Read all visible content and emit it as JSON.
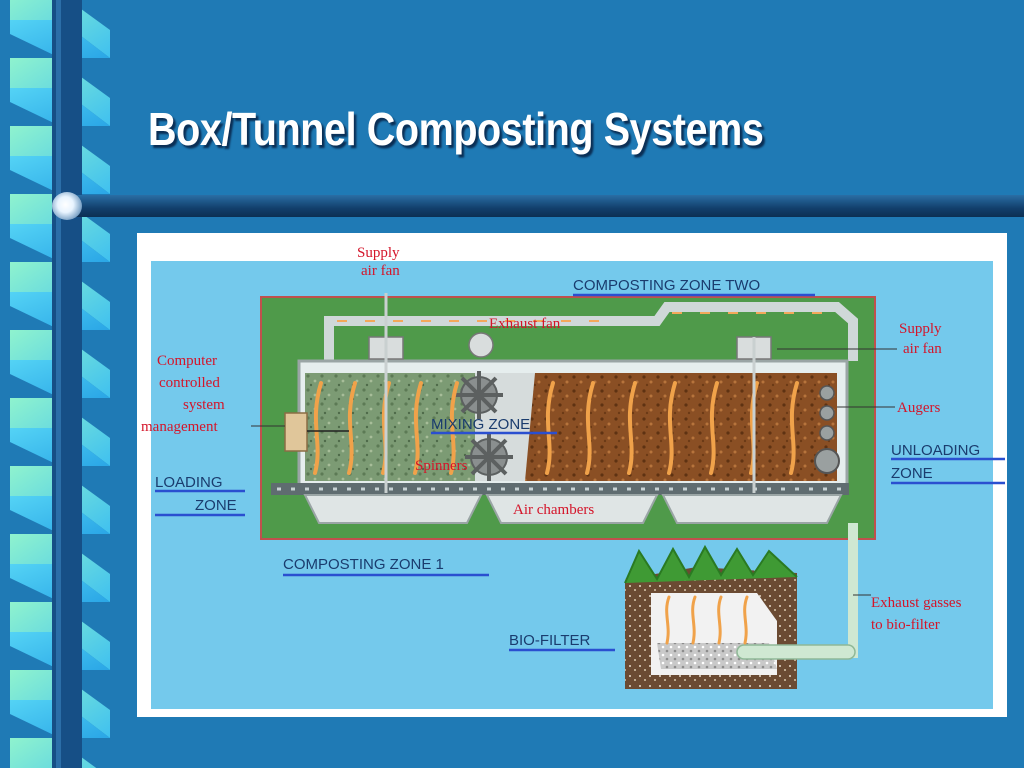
{
  "slide": {
    "title": "Box/Tunnel Composting Systems",
    "background_color": "#1f7ab5"
  },
  "diagram": {
    "zone_labels": {
      "composting_zone_two": "COMPOSTING ZONE TWO",
      "composting_zone_one": "COMPOSTING ZONE 1",
      "mixing_zone": "MIXING ZONE",
      "loading_zone_line1": "LOADING",
      "loading_zone_line2": "ZONE",
      "unloading_zone_line1": "UNLOADING",
      "unloading_zone_line2": "ZONE",
      "bio_filter": "BIO-FILTER"
    },
    "callouts": {
      "supply_fan_left_line1": "Supply",
      "supply_fan_left_line2": "air fan",
      "exhaust_fan": "Exhaust fan",
      "supply_fan_right_line1": "Supply",
      "supply_fan_right_line2": "air fan",
      "computer_line1": "Computer",
      "computer_line2": "controlled",
      "computer_line3": "system",
      "computer_line4": "management",
      "augers": "Augers",
      "spinners": "Spinners",
      "air_chambers": "Air chambers",
      "exhaust_gasses_line1": "Exhaust gasses",
      "exhaust_gasses_line2": "to bio-filter"
    },
    "colors": {
      "label_blue": "#1a3c6e",
      "label_red": "#d4152a",
      "sky_blue": "#74c9ec",
      "compost_green": "#7c9b74",
      "compost_brown": "#8a4f24",
      "enclosure_green": "#4f9a4a"
    }
  }
}
